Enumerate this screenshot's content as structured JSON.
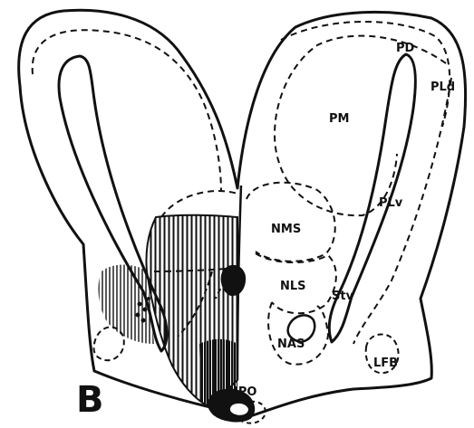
{
  "figure": {
    "panel_letter": "B",
    "labels": {
      "pd": "PD",
      "pld": "PLd",
      "pm": "PM",
      "plv": "PLv",
      "nms": "NMS",
      "nls": "NLS",
      "stv": "Stv",
      "nas": "NAS",
      "lfb": "LFB",
      "npo": "NPO"
    }
  },
  "colors": {
    "ink": "#111111",
    "paper": "#ffffff"
  }
}
